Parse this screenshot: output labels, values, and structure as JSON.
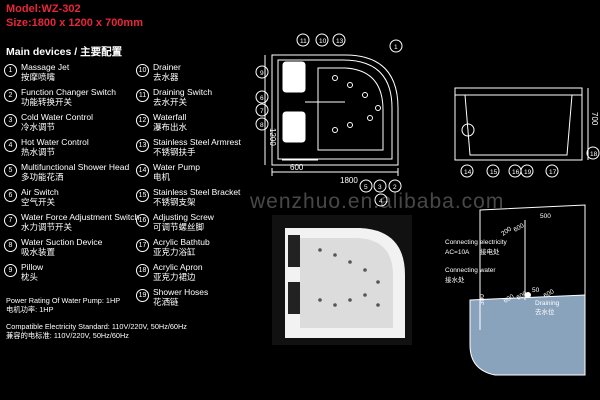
{
  "header": {
    "model_label": "Model:WZ-302",
    "size_label": "Size:1800 x 1200 x 700mm"
  },
  "devices_title": "Main devices / 主要配置",
  "devices_left": [
    {
      "num": "1",
      "en": "Massage Jet",
      "cn": "按摩喷嘴"
    },
    {
      "num": "2",
      "en": "Function Changer Switch",
      "cn": "功能转换开关"
    },
    {
      "num": "3",
      "en": "Cold Water Control",
      "cn": "冷水调节"
    },
    {
      "num": "4",
      "en": "Hot Water Control",
      "cn": "热水调节"
    },
    {
      "num": "5",
      "en": "Multifunctional Shower Head",
      "cn": "多功能花洒"
    },
    {
      "num": "6",
      "en": "Air Switch",
      "cn": "空气开关"
    },
    {
      "num": "7",
      "en": "Water Force Adjustment Switch",
      "cn": "水力调节开关"
    },
    {
      "num": "8",
      "en": "Water Suction Device",
      "cn": "吸水装置"
    },
    {
      "num": "9",
      "en": "Pillow",
      "cn": "枕头"
    }
  ],
  "devices_right": [
    {
      "num": "10",
      "en": "Drainer",
      "cn": "去水器"
    },
    {
      "num": "11",
      "en": "Draining Switch",
      "cn": "去水开关"
    },
    {
      "num": "12",
      "en": "Waterfall",
      "cn": "瀑布出水"
    },
    {
      "num": "13",
      "en": "Stainless Steel Armrest",
      "cn": "不锈钢扶手"
    },
    {
      "num": "14",
      "en": "Water Pump",
      "cn": "电机"
    },
    {
      "num": "15",
      "en": "Stainless Steel Bracket",
      "cn": "不锈钢支架"
    },
    {
      "num": "16",
      "en": "Adjusting Screw",
      "cn": "可调节螺丝脚"
    },
    {
      "num": "17",
      "en": "Acrylic Bathtub",
      "cn": "亚克力浴缸"
    },
    {
      "num": "18",
      "en": "Acrylic Apron",
      "cn": "亚克力裙边"
    },
    {
      "num": "19",
      "en": "Shower Hoses",
      "cn": "花洒链"
    }
  ],
  "specs": {
    "pump_en": "Power Rating Of Water Pump: 1HP",
    "pump_cn": "电机功率: 1HP",
    "elec_en": "Compatible Electricity Standard:   110V/220V, 50Hz/60Hz",
    "elec_cn": "兼容的电标准: 110V/220V, 50Hz/60Hz"
  },
  "plan": {
    "dim_1200": "1200",
    "dim_600": "600",
    "dim_1800": "1800",
    "callouts_top": [
      "11",
      "10",
      "13",
      "1"
    ],
    "callouts_left": [
      "9",
      "6",
      "7",
      "8"
    ],
    "callouts_bottom": [
      "5",
      "3",
      "2",
      "4"
    ]
  },
  "side": {
    "dim_700": "700",
    "callouts": [
      "14",
      "15",
      "16",
      "19",
      "17",
      "18"
    ]
  },
  "install": {
    "connect_elec_en": "Connecting electricity",
    "connect_elec_spec": "AC=10A",
    "connect_elec_cn": "接电处",
    "connect_water_en": "Connecting water",
    "connect_water_cn": "接水处",
    "draining_en": "Draining",
    "draining_cn": "去水位",
    "dim_50": "50",
    "dim_200": "200",
    "dim_300": "300",
    "dim_500": "500",
    "dim_600": "600",
    "dim_600b": "600",
    "dim_600c": "600",
    "dim_600d": "600"
  },
  "watermark": "wenzhuo.en.alibaba.com"
}
